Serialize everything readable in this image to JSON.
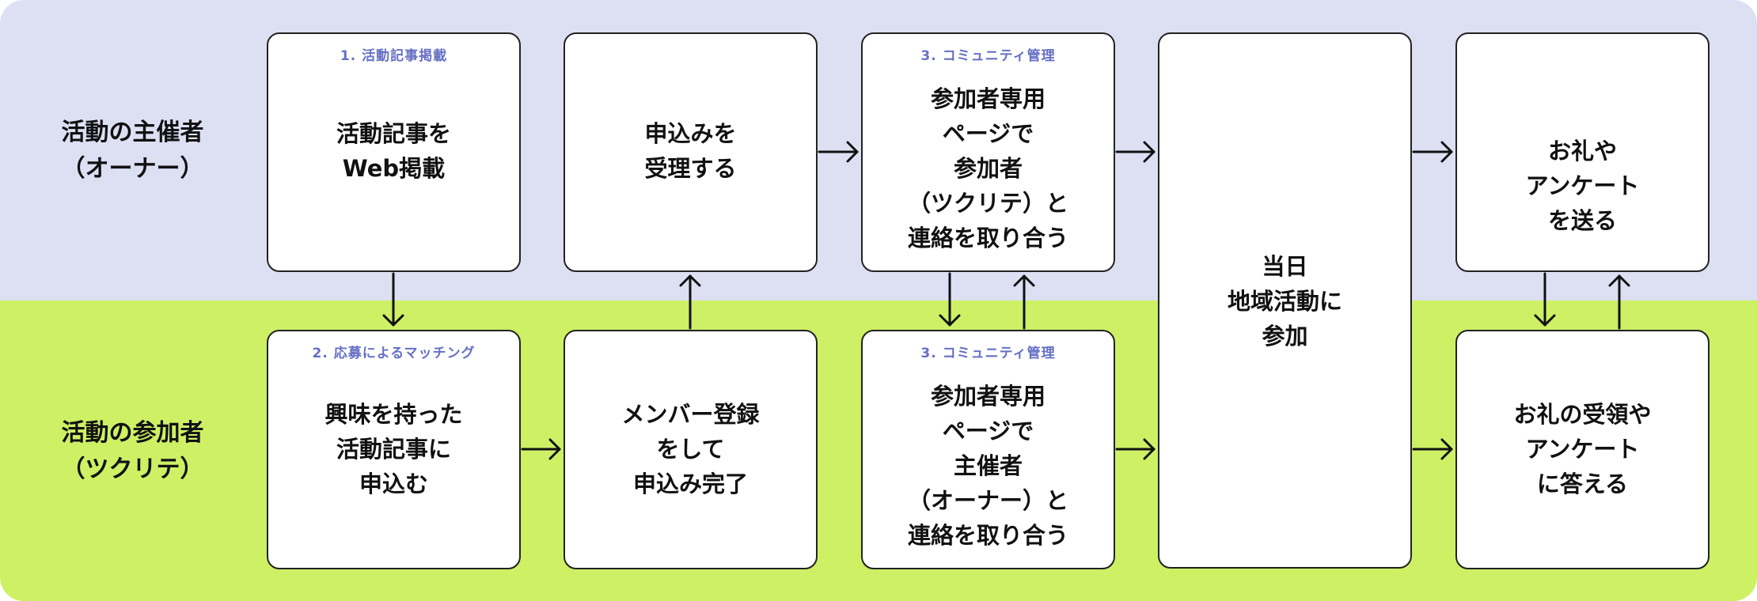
{
  "lanes": {
    "owner": {
      "line1": "活動の主催者",
      "line2": "（オーナー）",
      "color": "#dde0f3"
    },
    "participant": {
      "line1": "活動の参加者",
      "line2": "（ツクリテ）",
      "color": "#cdf065"
    }
  },
  "boxes": {
    "post_article": {
      "tag": "1. 活動記事掲載",
      "lines": [
        "活動記事を",
        "Web掲載"
      ]
    },
    "accept_application": {
      "lines": [
        "申込みを",
        "受理する"
      ]
    },
    "owner_community": {
      "tag": "3. コミュニティ管理",
      "lines": [
        "参加者専用",
        "ページで",
        "参加者",
        "（ツクリテ）と",
        "連絡を取り合う"
      ]
    },
    "event_day": {
      "lines": [
        "当日",
        "地域活動に",
        "参加"
      ]
    },
    "send_thanks": {
      "lines": [
        "お礼や",
        "アンケート",
        "を送る"
      ]
    },
    "apply_interest": {
      "tag": "2. 応募によるマッチング",
      "lines": [
        "興味を持った",
        "活動記事に",
        "申込む"
      ]
    },
    "member_register": {
      "lines": [
        "メンバー登録",
        "をして",
        "申込み完了"
      ]
    },
    "participant_community": {
      "tag": "3. コミュニティ管理",
      "lines": [
        "参加者専用",
        "ページで",
        "主催者",
        "（オーナー）と",
        "連絡を取り合う"
      ]
    },
    "receive_thanks": {
      "lines": [
        "お礼の受領や",
        "アンケート",
        "に答える"
      ]
    }
  },
  "colors": {
    "tag": "#6670c4",
    "border": "#222222",
    "arrow": "#111111"
  }
}
